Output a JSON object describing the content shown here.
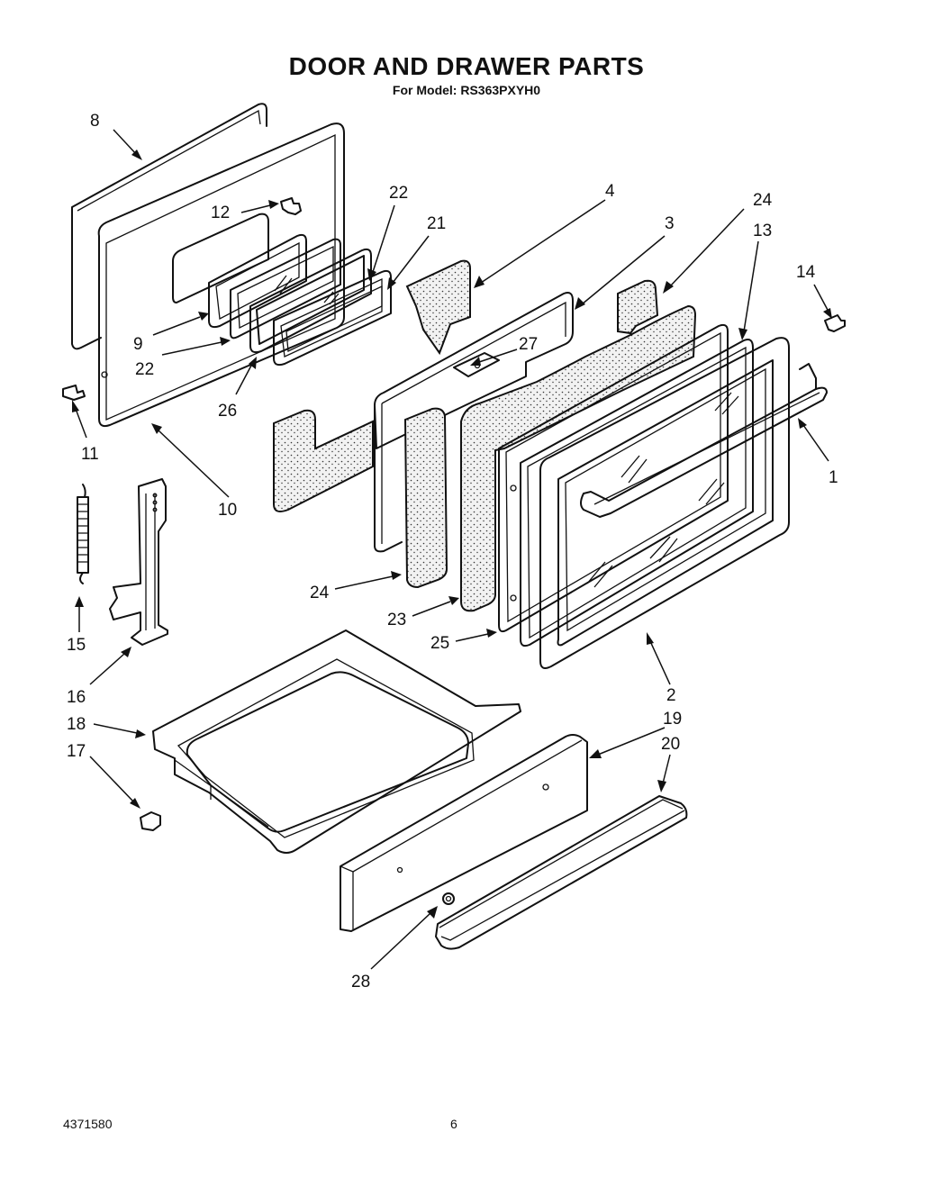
{
  "header": {
    "title": "DOOR AND DRAWER PARTS",
    "subtitle": "For Model: RS363PXYH0"
  },
  "footer": {
    "document_number": "4371580",
    "page_number": "6"
  },
  "parts": [
    {
      "id": "p8",
      "label": "8"
    },
    {
      "id": "p12",
      "label": "12"
    },
    {
      "id": "p22a",
      "label": "22"
    },
    {
      "id": "p21",
      "label": "21"
    },
    {
      "id": "p4",
      "label": "4"
    },
    {
      "id": "p3",
      "label": "3"
    },
    {
      "id": "p24a",
      "label": "24"
    },
    {
      "id": "p13",
      "label": "13"
    },
    {
      "id": "p14",
      "label": "14"
    },
    {
      "id": "p9",
      "label": "9"
    },
    {
      "id": "p22b",
      "label": "22"
    },
    {
      "id": "p27",
      "label": "27"
    },
    {
      "id": "p26",
      "label": "26"
    },
    {
      "id": "p11",
      "label": "11"
    },
    {
      "id": "p10",
      "label": "10"
    },
    {
      "id": "p1",
      "label": "1"
    },
    {
      "id": "p24b",
      "label": "24"
    },
    {
      "id": "p23",
      "label": "23"
    },
    {
      "id": "p25",
      "label": "25"
    },
    {
      "id": "p15",
      "label": "15"
    },
    {
      "id": "p16",
      "label": "16"
    },
    {
      "id": "p2",
      "label": "2"
    },
    {
      "id": "p18",
      "label": "18"
    },
    {
      "id": "p19",
      "label": "19"
    },
    {
      "id": "p20",
      "label": "20"
    },
    {
      "id": "p17",
      "label": "17"
    },
    {
      "id": "p28",
      "label": "28"
    }
  ]
}
